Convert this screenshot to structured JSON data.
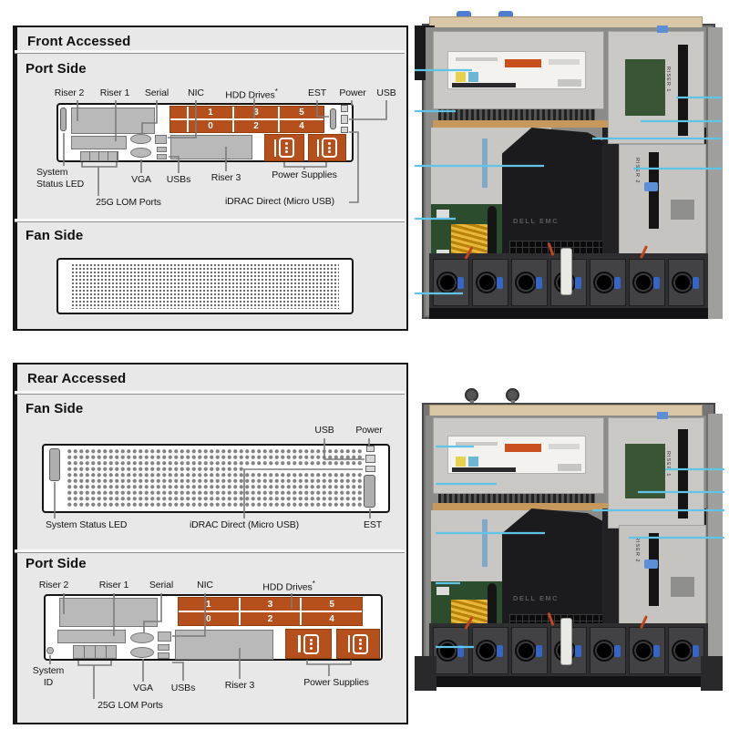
{
  "colors": {
    "drive_orange": "#b5501c",
    "callout_gray": "#7b7b7b",
    "callout_cyan": "#5fc4e8"
  },
  "front": {
    "title": "Front Accessed",
    "port": {
      "title": "Port Side",
      "labels": {
        "riser2": "Riser 2",
        "riser1": "Riser 1",
        "serial": "Serial",
        "nic": "NIC",
        "hdd": "HDD Drives",
        "hdd_note": "*",
        "est": "EST",
        "power": "Power",
        "usb": "USB",
        "status_led": "System\nStatus LED",
        "vga": "VGA",
        "usbs": "USBs",
        "riser3": "Riser 3",
        "psu": "Power Supplies",
        "lom": "25G LOM Ports",
        "idrac": "iDRAC Direct (Micro USB)"
      },
      "drives_top": [
        "1",
        "3",
        "5"
      ],
      "drives_bottom": [
        "0",
        "2",
        "4"
      ]
    },
    "fan": {
      "title": "Fan Side"
    }
  },
  "rear": {
    "title": "Rear Accessed",
    "fan": {
      "title": "Fan Side",
      "labels": {
        "usb": "USB",
        "power": "Power",
        "status_led": "System Status LED",
        "idrac": "iDRAC Direct (Micro USB)",
        "est": "EST"
      }
    },
    "port": {
      "title": "Port Side",
      "labels": {
        "riser2": "Riser 2",
        "riser1": "Riser 1",
        "serial": "Serial",
        "nic": "NIC",
        "hdd": "HDD Drives",
        "hdd_note": "*",
        "system_id": "System\nID",
        "vga": "VGA",
        "usbs": "USBs",
        "riser3": "Riser 3",
        "psu": "Power Supplies",
        "lom": "25G LOM Ports"
      },
      "drives_top": [
        "1",
        "3",
        "5"
      ],
      "drives_bottom": [
        "0",
        "2",
        "4"
      ]
    }
  },
  "photo": {
    "riser1": "RISER 1",
    "riser2": "RISER 2",
    "logo": "DELL EMC"
  }
}
